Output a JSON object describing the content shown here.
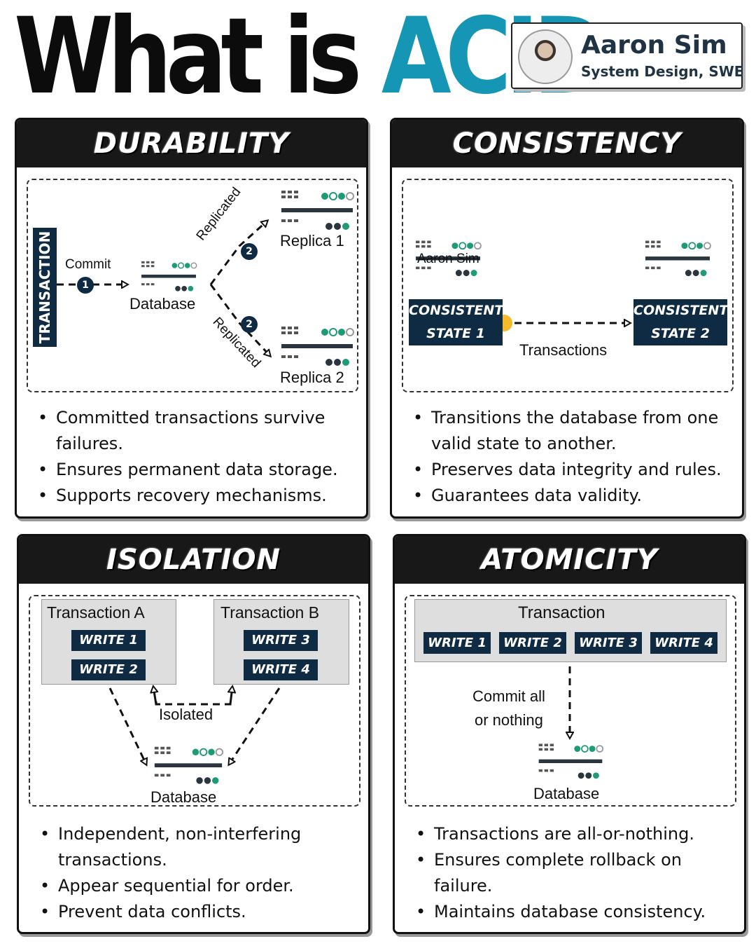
{
  "header": {
    "title_prefix": "What is ",
    "title_highlight": "ACID",
    "author_name": "Aaron Sim",
    "author_subtitle": "System Design, SWE"
  },
  "colors": {
    "accent_teal": "#1596b4",
    "navy": "#0f2b43",
    "panel_header": "#181818",
    "server_green": "#1d9b76",
    "dot_yellow": "#f5bb2a"
  },
  "durability": {
    "title": "DURABILITY",
    "transaction_label": "TRANSACTION",
    "commit_label": "Commit",
    "step_1": "1",
    "database_label": "Database",
    "replicated_label_1": "Replicated",
    "replicated_label_2": "Replicated",
    "step_2a": "2",
    "step_2b": "2",
    "replica_1": "Replica 1",
    "replica_2": "Replica 2",
    "bullets": [
      "Committed transactions survive failures.",
      "Ensures permanent data storage.",
      "Supports recovery mechanisms."
    ]
  },
  "consistency": {
    "title": "CONSISTENCY",
    "watermark": "Aaron Sim",
    "state1_line1": "CONSISTENT",
    "state1_line2": "STATE 1",
    "state2_line1": "CONSISTENT",
    "state2_line2": "STATE 2",
    "transactions_label": "Transactions",
    "bullets": [
      "Transitions the database from one valid state to another.",
      "Preserves data integrity and rules.",
      "Guarantees data validity."
    ]
  },
  "isolation": {
    "title": "ISOLATION",
    "transaction_a": "Transaction A",
    "transaction_b": "Transaction B",
    "write_1": "WRITE 1",
    "write_2": "WRITE 2",
    "write_3": "WRITE 3",
    "write_4": "WRITE 4",
    "isolated_label": "Isolated",
    "database_label": "Database",
    "bullets": [
      "Independent, non-interfering transactions.",
      "Appear sequential for order.",
      "Prevent data conflicts."
    ]
  },
  "atomicity": {
    "title": "ATOMICITY",
    "transaction_label": "Transaction",
    "writes": [
      "WRITE 1",
      "WRITE 2",
      "WRITE 3",
      "WRITE 4"
    ],
    "commit_line1": "Commit all",
    "commit_line2": "or nothing",
    "database_label": "Database",
    "bullets": [
      "Transactions are all-or-nothing.",
      "Ensures complete rollback on failure.",
      "Maintains database consistency."
    ]
  }
}
